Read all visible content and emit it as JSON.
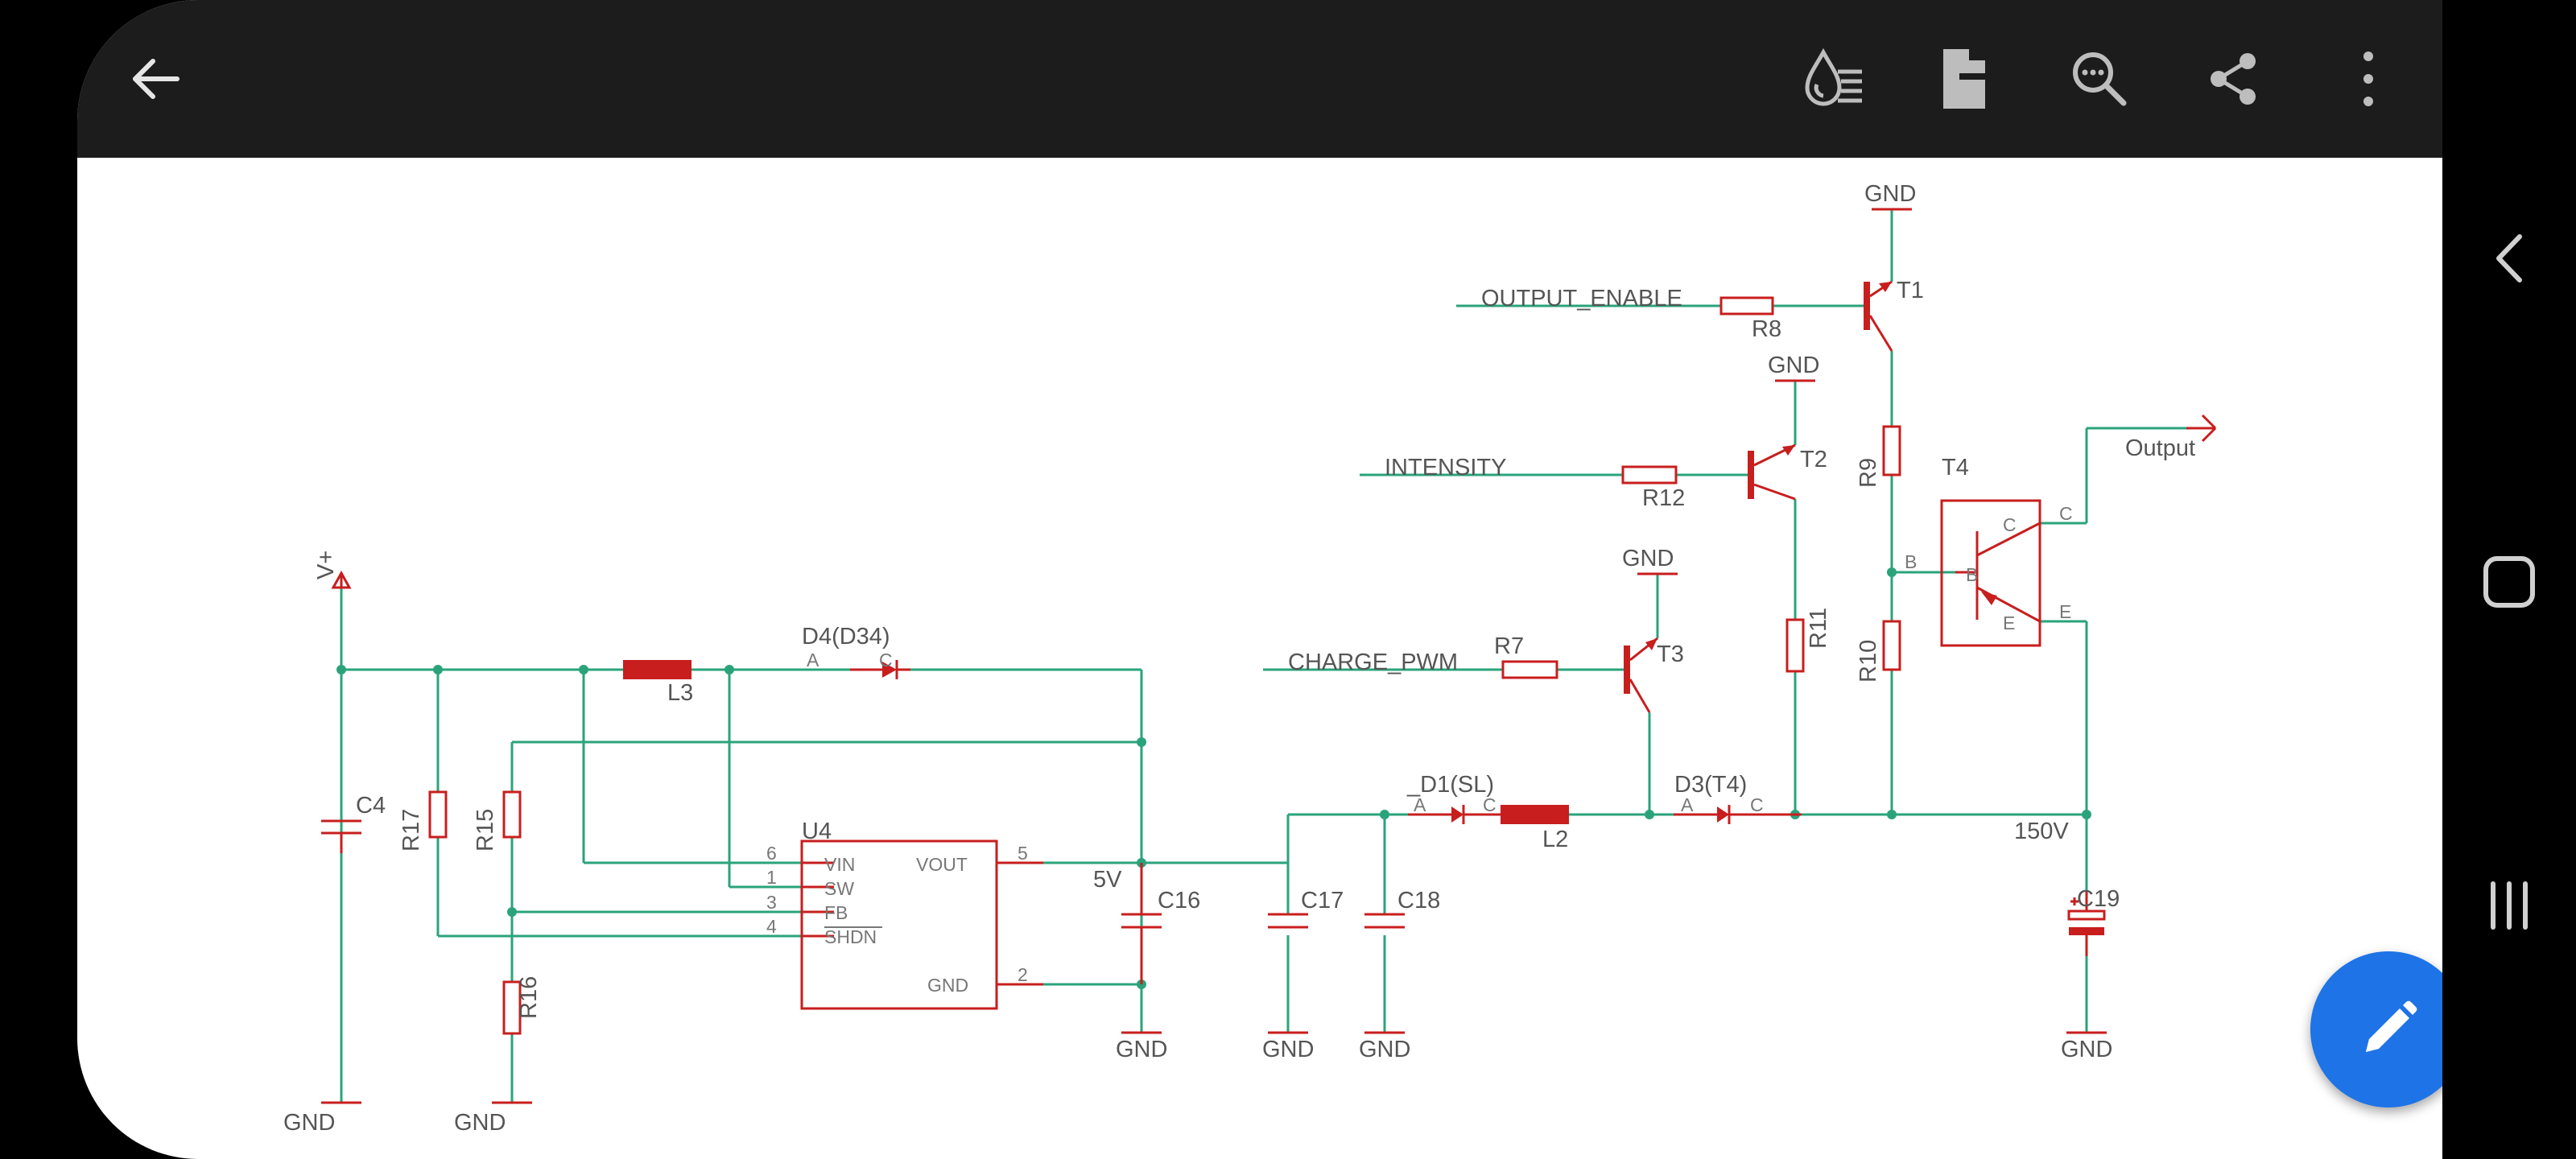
{
  "appbar": {
    "back_icon": "arrow-left-icon",
    "actions": [
      {
        "icon": "layers-icon"
      },
      {
        "icon": "board-view-icon"
      },
      {
        "icon": "search-zoom-icon"
      },
      {
        "icon": "share-icon"
      },
      {
        "icon": "more-vert-icon"
      }
    ]
  },
  "fab": {
    "icon": "edit-pencil-icon"
  },
  "navbar": {
    "icons": [
      "chevron-left-icon",
      "home-square-icon",
      "recents-icon"
    ]
  },
  "colors": {
    "wire": "#2aa37b",
    "component": "#c81e1e",
    "appbar": "#1c1c1c",
    "fab": "#1e73e6",
    "text": "#555555"
  },
  "schematic": {
    "nets": {
      "output_enable": "OUTPUT_ENABLE",
      "intensity": "INTENSITY",
      "charge_pwm": "CHARGE_PWM",
      "output": "Output",
      "vplus": "V+",
      "v5": "5V",
      "v150": "150V",
      "gnd": "GND"
    },
    "parts": {
      "R8": "R8",
      "R12": "R12",
      "R7": "R7",
      "R9": "R9",
      "R10": "R10",
      "R11": "R11",
      "R15": "R15",
      "R16": "R16",
      "R17": "R17",
      "T1": "T1",
      "T2": "T2",
      "T3": "T3",
      "T4": "T4",
      "C4": "C4",
      "C16": "C16",
      "C17": "C17",
      "C18": "C18",
      "C19": "C19",
      "L2": "L2",
      "L3": "L3",
      "D4": "D4(D34)",
      "D1": "_D1(SL)",
      "D3": "D3(T4)",
      "U4": "U4"
    },
    "u4_pins": {
      "vin": "VIN",
      "sw": "SW",
      "fb": "FB",
      "shdn": "SHDN",
      "vout": "VOUT",
      "gnd": "GND"
    },
    "pin_numbers": {
      "p6": "6",
      "p1": "1",
      "p3": "3",
      "p4": "4",
      "p5": "5",
      "p2": "2"
    },
    "pin_letters": {
      "a": "A",
      "c": "C",
      "b": "B",
      "e": "E"
    }
  }
}
